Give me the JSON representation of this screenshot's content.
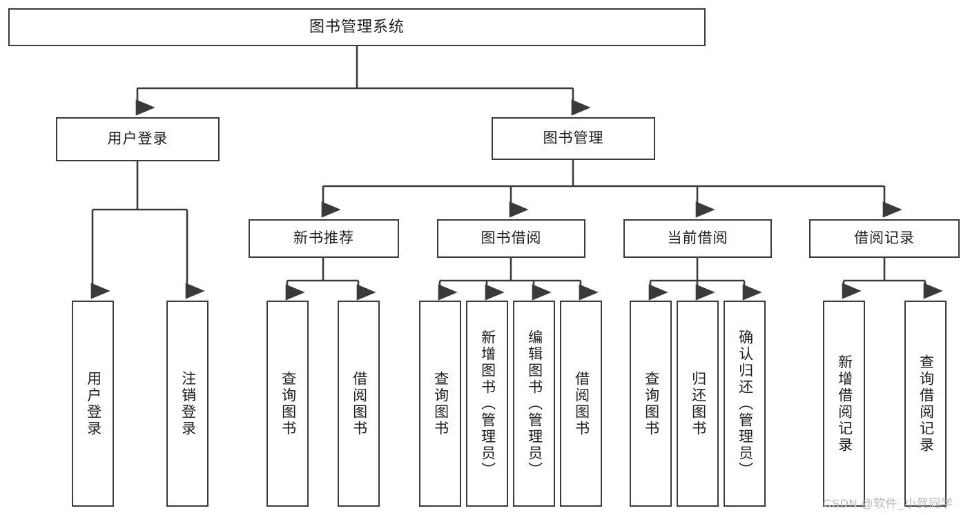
{
  "diagram": {
    "title": "图书管理系统",
    "type": "hierarchy-tree",
    "watermark": "CSDN @软件_小贺同学",
    "colors": {
      "stroke": "#3a3a3a",
      "fill": "#ffffff",
      "text": "#1d1d1d",
      "watermark": "#b8b8b8"
    },
    "nodes": {
      "root": {
        "label": "图书管理系统",
        "level": 0
      },
      "level1": [
        {
          "id": "user-login",
          "label": "用户登录"
        },
        {
          "id": "book-management",
          "label": "图书管理"
        }
      ],
      "level2": [
        {
          "id": "new-book-recommend",
          "label": "新书推荐",
          "parent": "book-management"
        },
        {
          "id": "book-borrow",
          "label": "图书借阅",
          "parent": "book-management"
        },
        {
          "id": "current-borrow",
          "label": "当前借阅",
          "parent": "book-management"
        },
        {
          "id": "borrow-record",
          "label": "借阅记录",
          "parent": "book-management"
        }
      ],
      "leaves": {
        "user_login": [
          {
            "id": "leaf-user-login",
            "label": "用户登录"
          },
          {
            "id": "leaf-logout",
            "label": "注销登录"
          }
        ],
        "new_book_recommend": [
          {
            "id": "leaf-query-book-1",
            "label": "查询图书"
          },
          {
            "id": "leaf-borrow-book-1",
            "label": "借阅图书"
          }
        ],
        "book_borrow": [
          {
            "id": "leaf-query-book-2",
            "label": "查询图书"
          },
          {
            "id": "leaf-add-book",
            "label": "新增图书（管理员）"
          },
          {
            "id": "leaf-edit-book",
            "label": "编辑图书（管理员）"
          },
          {
            "id": "leaf-borrow-book-2",
            "label": "借阅图书"
          }
        ],
        "current_borrow": [
          {
            "id": "leaf-query-book-3",
            "label": "查询图书"
          },
          {
            "id": "leaf-return-book",
            "label": "归还图书"
          },
          {
            "id": "leaf-confirm-return",
            "label": "确认归还（管理员）"
          }
        ],
        "borrow_record": [
          {
            "id": "leaf-add-record",
            "label": "新增借阅记录"
          },
          {
            "id": "leaf-query-record",
            "label": "查询借阅记录"
          }
        ]
      }
    }
  }
}
